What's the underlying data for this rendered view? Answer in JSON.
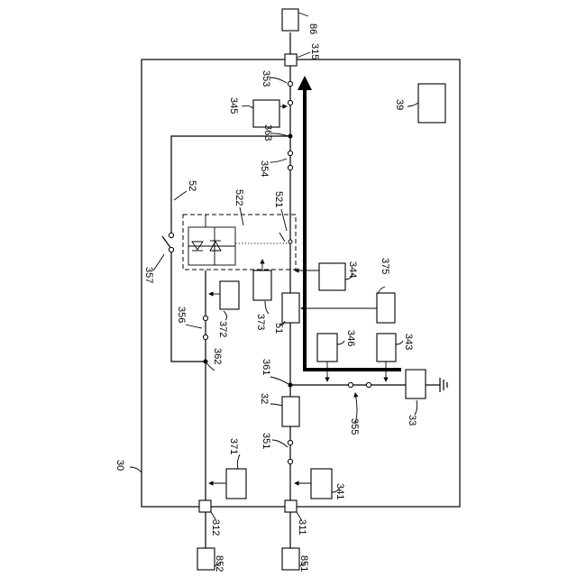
{
  "labels": {
    "l86": "86",
    "l315": "315",
    "l353": "353",
    "l345": "345",
    "l39": "39",
    "l363": "363",
    "l354": "354",
    "l52": "52",
    "l522": "522",
    "l521": "521",
    "l357": "357",
    "l344": "344",
    "l375": "375",
    "l356": "356",
    "l372": "372",
    "l373": "373",
    "l51": "51",
    "l346": "346",
    "l343": "343",
    "l362": "362",
    "l361": "361",
    "l32": "32",
    "l355": "355",
    "l33": "33",
    "l351": "351",
    "l371": "371",
    "l30": "30",
    "l341": "341",
    "l312": "312",
    "l311": "311",
    "l852": "852",
    "l851": "851"
  }
}
